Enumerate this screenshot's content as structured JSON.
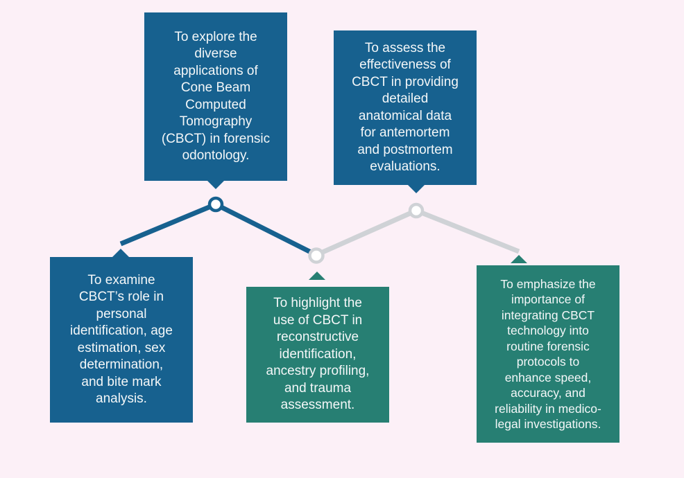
{
  "colors": {
    "background": "#fcf0f7",
    "blue": "#17618f",
    "teal": "#277f73",
    "line_active": "#17618f",
    "line_inactive": "#cfd2d6",
    "node_fill": "#ffffff"
  },
  "objectives": [
    {
      "id": "obj-1",
      "text": "To explore the\ndiverse\napplications of\nCone Beam\nComputed\nTomography\n(CBCT) in forensic\nodontology.",
      "color": "blue",
      "position": "top"
    },
    {
      "id": "obj-2",
      "text": "To assess the\neffectiveness of\nCBCT in providing\ndetailed\nanatomical data\nfor antemortem\nand postmortem\nevaluations.",
      "color": "blue",
      "position": "top"
    },
    {
      "id": "obj-3",
      "text": "To examine\nCBCT’s role in\npersonal\nidentification, age\nestimation, sex\ndetermination,\nand bite mark\nanalysis.",
      "color": "blue",
      "position": "bottom"
    },
    {
      "id": "obj-4",
      "text": "To highlight the\nuse of CBCT in\nreconstructive\nidentification,\nancestry profiling,\nand trauma\nassessment.",
      "color": "teal",
      "position": "bottom"
    },
    {
      "id": "obj-5",
      "text": "To emphasize the\nimportance of\nintegrating CBCT\ntechnology into\nroutine forensic\nprotocols to\nenhance speed,\naccuracy, and\nreliability in medico-\nlegal investigations.",
      "color": "teal",
      "position": "bottom"
    }
  ]
}
